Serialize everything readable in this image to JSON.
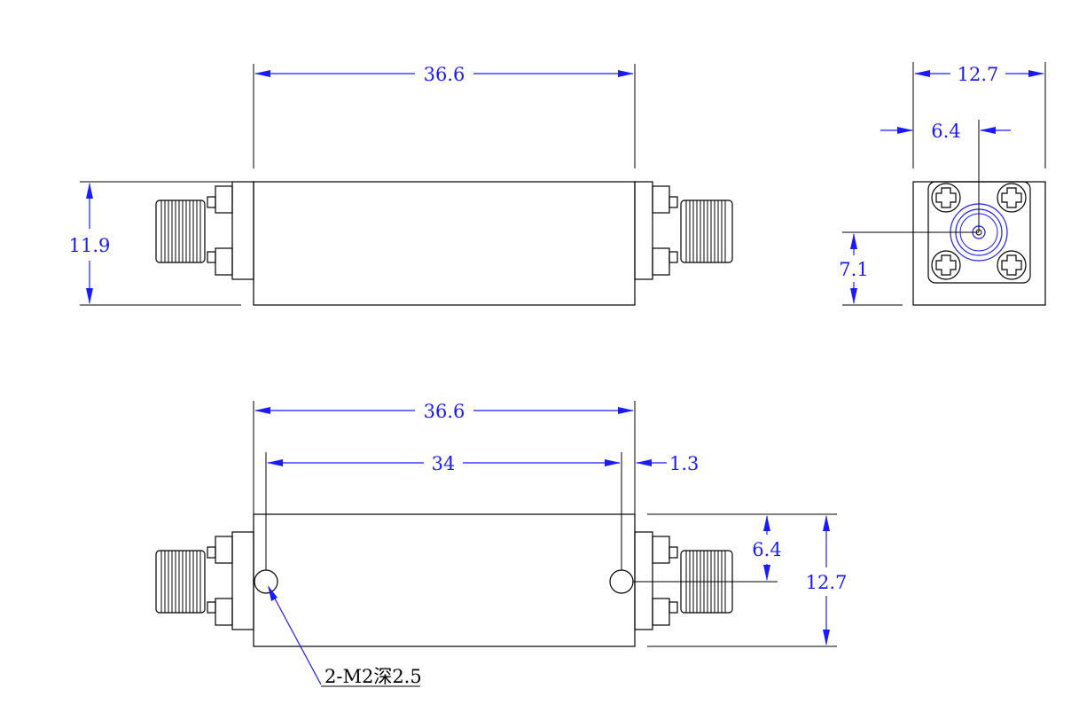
{
  "dimensions": {
    "top_length": "36.6",
    "top_height": "11.9",
    "end_width": "12.7",
    "end_center": "6.4",
    "end_height": "7.1",
    "bottom_length": "36.6",
    "hole_spacing": "34",
    "hole_offset": "1.3",
    "hole_height": "6.4",
    "bottom_width": "12.7"
  },
  "callout": {
    "hole_note": "2-M2深2.5"
  },
  "colors": {
    "dimension": "#1a1aff",
    "outline": "#000000"
  }
}
